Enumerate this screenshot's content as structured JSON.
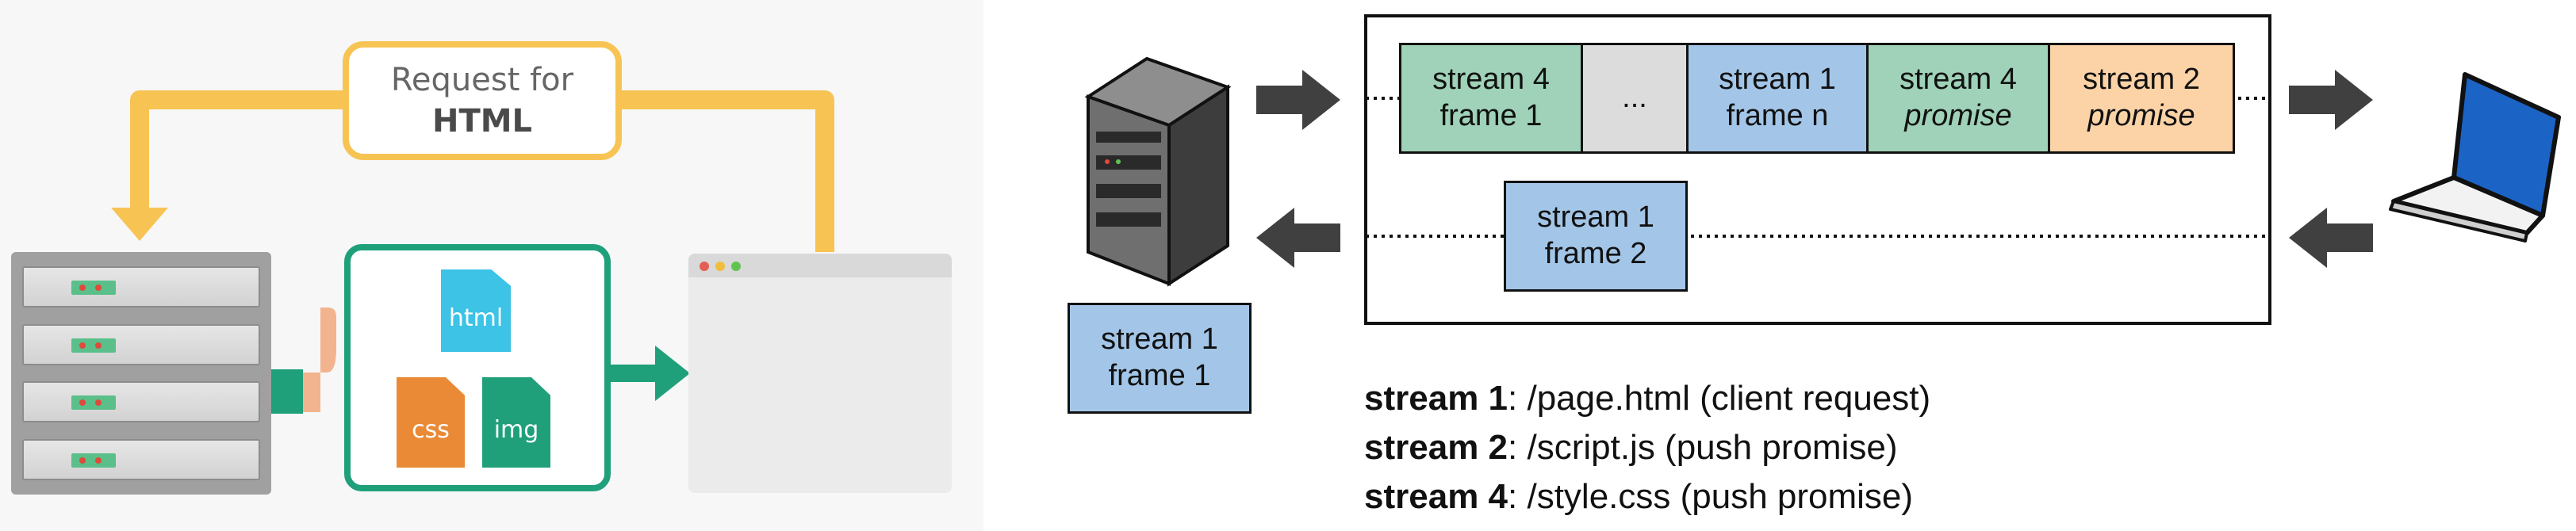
{
  "left": {
    "request_line1": "Request for",
    "request_line2": "HTML",
    "files": {
      "html": "html",
      "css": "css",
      "img": "img"
    }
  },
  "right": {
    "outgoing_frames": [
      {
        "line1": "stream 4",
        "line2": "frame 1",
        "color": "#9fd2b8"
      },
      {
        "line1": "...",
        "line2": "",
        "color": "#dcdcdc"
      },
      {
        "line1": "stream 1",
        "line2": "frame n",
        "color": "#a3c6e8"
      },
      {
        "line1": "stream 4",
        "line2": "promise",
        "color": "#9fd2b8"
      },
      {
        "line1": "stream 2",
        "line2": "promise",
        "color": "#fbd3a7"
      }
    ],
    "incoming_frame": {
      "line1": "stream 1",
      "line2": "frame 2"
    },
    "server_frame": {
      "line1": "stream 1",
      "line2": "frame 1"
    },
    "legend": [
      {
        "key": "stream 1",
        "value": ": /page.html  (client request)"
      },
      {
        "key": "stream 2",
        "value": ": /script.js  (push promise)"
      },
      {
        "key": "stream 4",
        "value": ": /style.css  (push promise)"
      }
    ]
  },
  "colors": {
    "request_arrow": "#f7c454",
    "response": "#1fa07a",
    "stream_green": "#9fd2b8",
    "stream_blue": "#a3c6e8",
    "stream_orange": "#fbd3a7"
  }
}
